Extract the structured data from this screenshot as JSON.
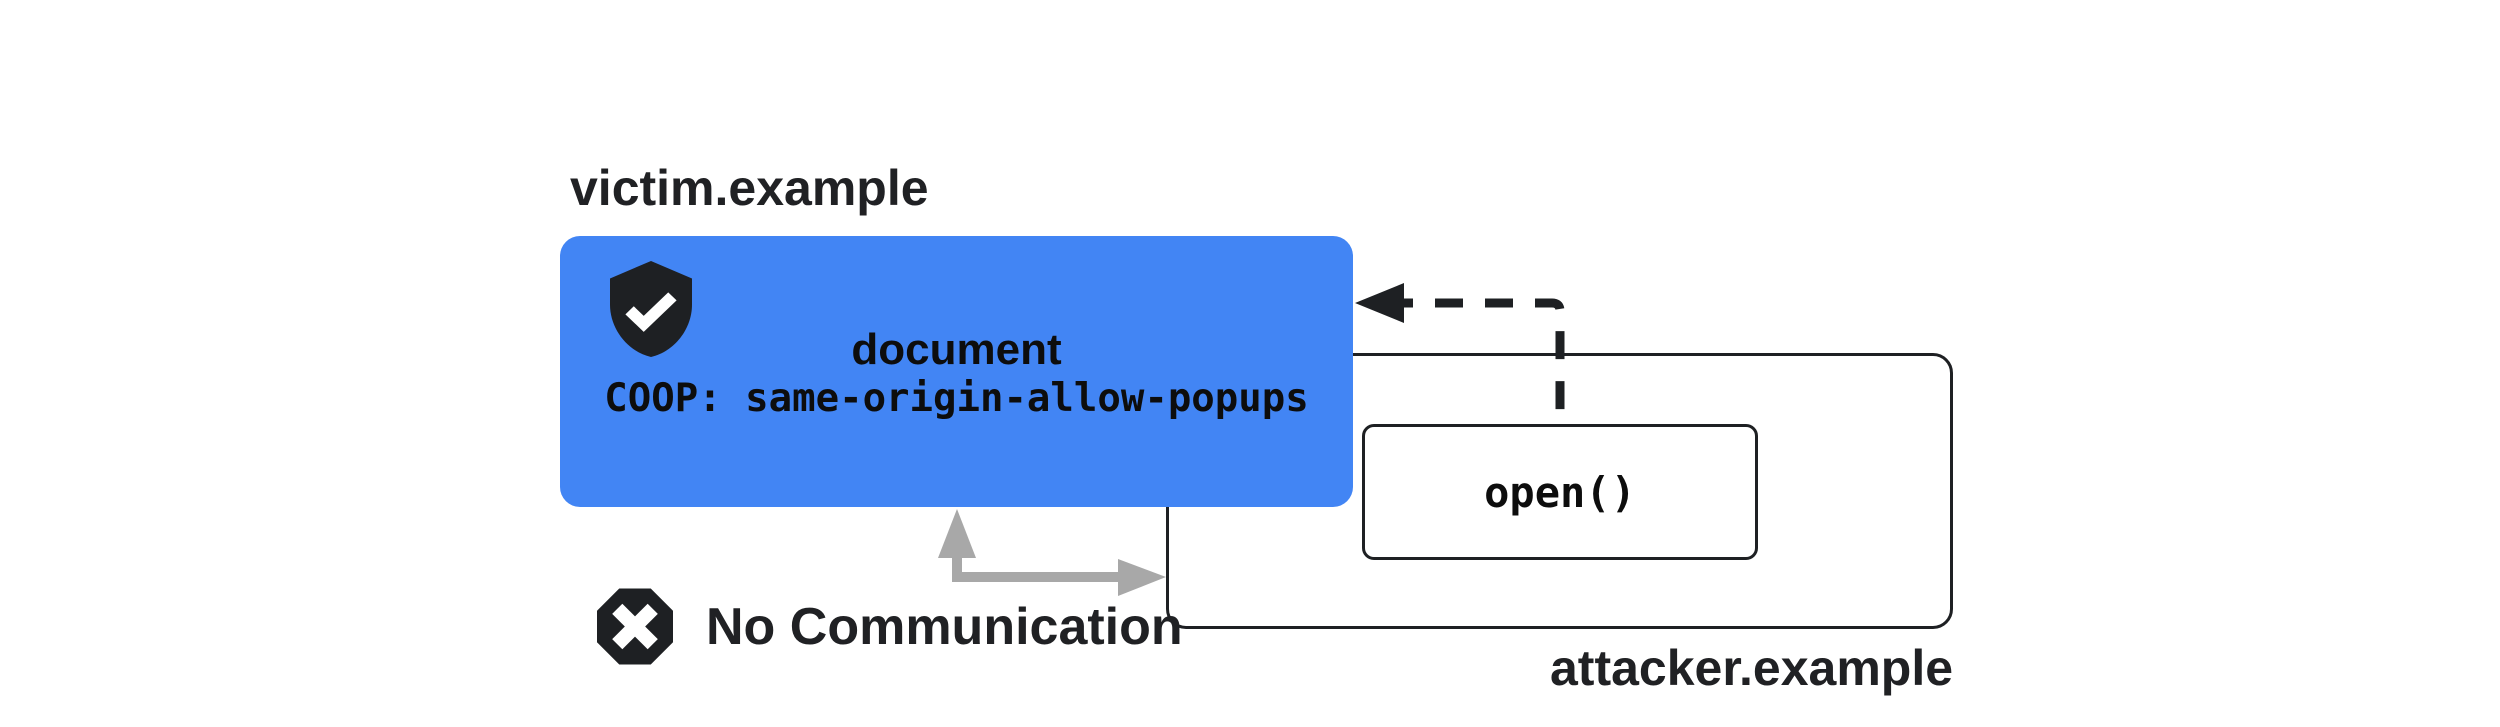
{
  "victim": {
    "label": "victim.example",
    "doc_title": "document",
    "coop_header": "COOP: same-origin-allow-popups"
  },
  "attacker": {
    "label": "attacker.example",
    "open_call": "open()"
  },
  "status": {
    "no_communication": "No Communication"
  },
  "icons": {
    "victim_badge": "shield-check-icon",
    "blocked_badge": "blocked-x-icon"
  },
  "colors": {
    "victim_box_blue": "#4285F4",
    "outline_black": "#1E2023",
    "arrow_gray": "#A8A8A8",
    "label_text": "#202124"
  }
}
